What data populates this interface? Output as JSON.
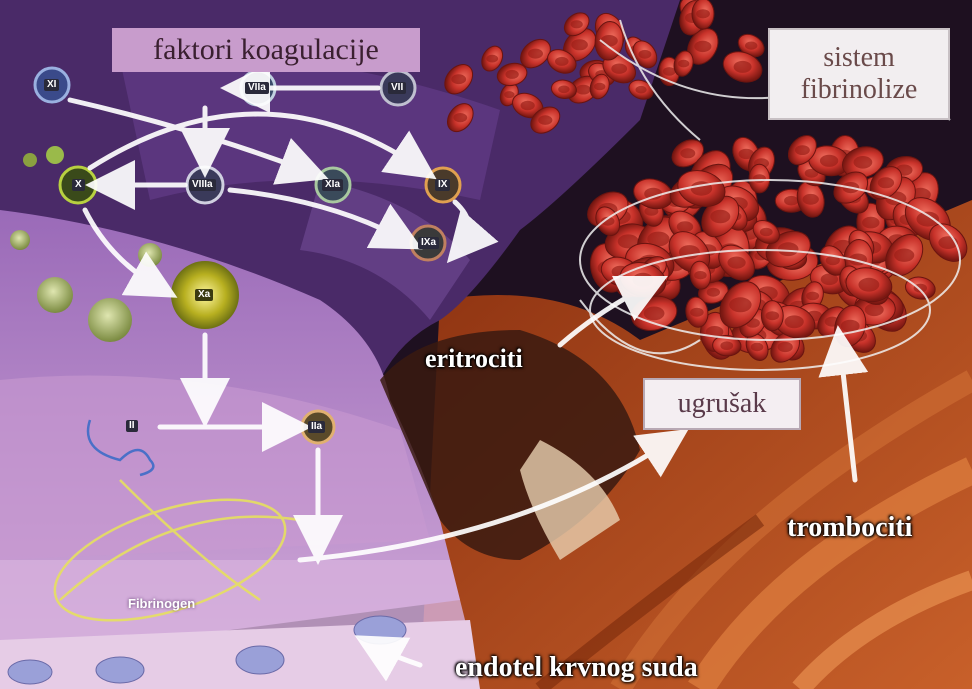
{
  "labels": {
    "coagulation_factors": "faktori koagulacije",
    "fibrinolysis_line1": "sistem",
    "fibrinolysis_line2": "fibrinolize",
    "erythrocytes": "eritrociti",
    "clot": "ugrušak",
    "platelets": "trombociti",
    "endothelium": "endotel krvnog suda",
    "fibrinogen": "Fibrinogen"
  },
  "factors": {
    "xi": "XI",
    "viia": "VIIa",
    "vii": "VII",
    "x": "X",
    "viiia": "VIIIa",
    "xia": "XIa",
    "ix": "IX",
    "ixa": "IXa",
    "xa": "Xa",
    "ii": "II",
    "iia": "IIa"
  },
  "colors": {
    "label_box_pink": "#c89ccc",
    "label_box_white": "#f2eef0",
    "vessel_orange": "#b5501f",
    "tissue_purple": "#5a3a78",
    "tissue_lilac": "#b888c8",
    "rbc_red": "#c8322a"
  }
}
